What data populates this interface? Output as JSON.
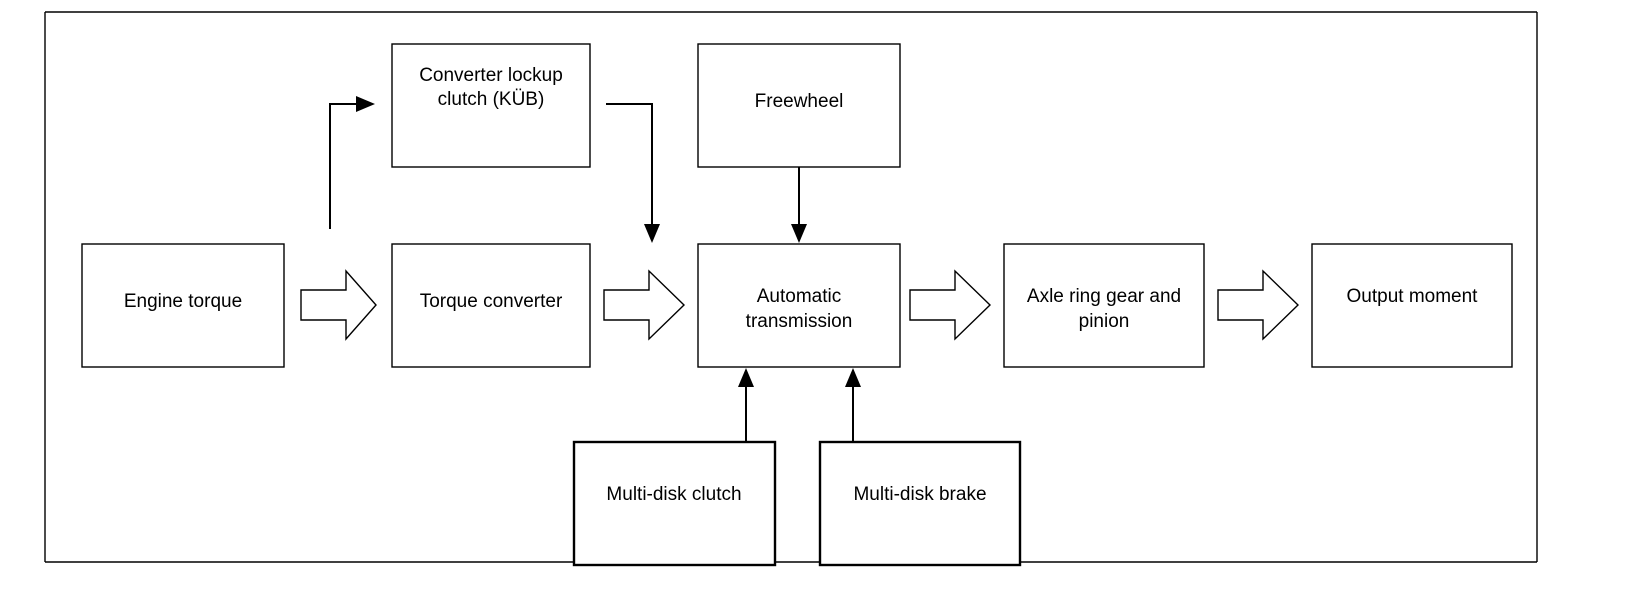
{
  "colors": {
    "background": "#ffffff",
    "stroke": "#000000",
    "text": "#000000"
  },
  "blocks": {
    "engine_torque": {
      "line1": "Engine torque"
    },
    "torque_converter": {
      "line1": "Torque converter"
    },
    "lockup_clutch": {
      "line1": "Converter lockup",
      "line2": "clutch (KÜB)"
    },
    "freewheel": {
      "line1": "Freewheel"
    },
    "automatic_transmission": {
      "line1": "Automatic",
      "line2": "transmission"
    },
    "axle_ring_gear": {
      "line1": "Axle ring gear and",
      "line2": "pinion"
    },
    "output_moment": {
      "line1": "Output moment"
    },
    "multi_disk_clutch": {
      "line1": "Multi-disk clutch"
    },
    "multi_disk_brake": {
      "line1": "Multi-disk brake"
    }
  }
}
